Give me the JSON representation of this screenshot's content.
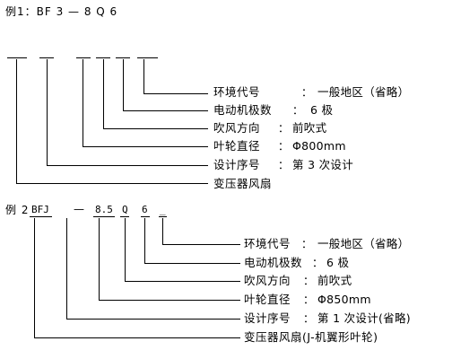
{
  "example1": {
    "header": "例1：BF 3 — 8 Q 6",
    "rows": [
      {
        "label": "环境代号",
        "colon": "：",
        "value": "一般地区（省略）"
      },
      {
        "label": "电动机极数",
        "colon": "：",
        "value": "6 极"
      },
      {
        "label": "吹风方向",
        "colon": "：",
        "value": "前吹式"
      },
      {
        "label": "叶轮直径",
        "colon": "：",
        "value": "Φ800mm"
      },
      {
        "label": "设计序号",
        "colon": "：",
        "value": "第 3 次设计"
      },
      {
        "label": "变压器风扇",
        "colon": "",
        "value": ""
      }
    ]
  },
  "example2": {
    "prefix": "例 2",
    "codes": [
      "BFJ",
      "—",
      "8.5",
      "Q",
      "6",
      "_"
    ],
    "rows": [
      {
        "label": "环境代号",
        "colon": "：",
        "value": "一般地区（省略）"
      },
      {
        "label": "电动机极数",
        "colon": "：",
        "value": "6 极"
      },
      {
        "label": "吹风方向",
        "colon": "：",
        "value": "前吹式"
      },
      {
        "label": "叶轮直径",
        "colon": "：",
        "value": "Φ850mm"
      },
      {
        "label": "设计序号",
        "colon": "：",
        "value": "第 1 次设计(省略)"
      },
      {
        "label": "变压器风扇(J-机翼形叶轮)",
        "colon": "",
        "value": ""
      }
    ]
  }
}
